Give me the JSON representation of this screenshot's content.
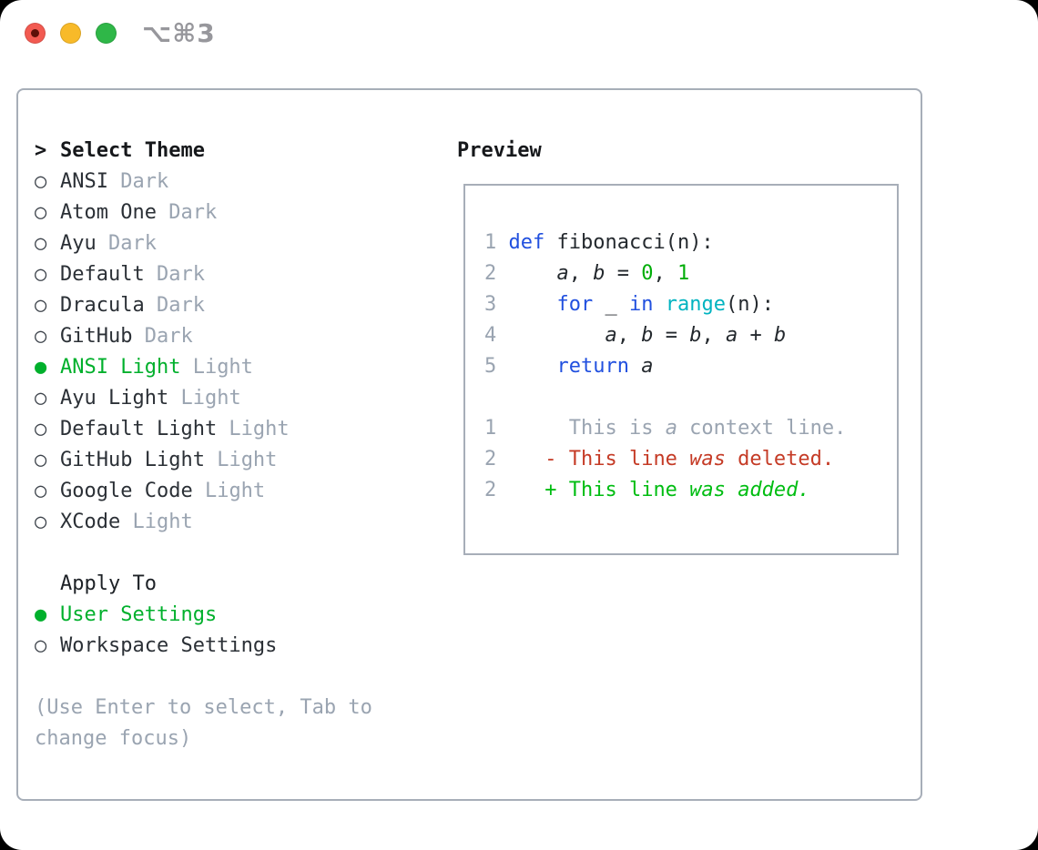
{
  "window": {
    "shortcut_hint": "⌥⌘3",
    "traffic_lights": [
      {
        "icon": "close-icon"
      },
      {
        "icon": "minimize-icon"
      },
      {
        "icon": "zoom-icon"
      }
    ]
  },
  "colors": {
    "tl-red": "#f25a51",
    "tl-red-dot": "#5c1008",
    "tl-yellow": "#f8ba29",
    "tl-green": "#2fb748",
    "green-sel": "#00b02c",
    "kw": "#2150df",
    "lit": "#00ad08",
    "fn": "#00b3c0",
    "del": "#c53b26",
    "add": "#00bd12"
  },
  "theme_select": {
    "prompt_prefix": ">",
    "title": "Select Theme",
    "bullet_unselected": "○",
    "bullet_selected": "●",
    "items": [
      {
        "name": "ANSI",
        "tag": "Dark",
        "selected": false
      },
      {
        "name": "Atom One",
        "tag": "Dark",
        "selected": false
      },
      {
        "name": "Ayu",
        "tag": "Dark",
        "selected": false
      },
      {
        "name": "Default",
        "tag": "Dark",
        "selected": false
      },
      {
        "name": "Dracula",
        "tag": "Dark",
        "selected": false
      },
      {
        "name": "GitHub",
        "tag": "Dark",
        "selected": false
      },
      {
        "name": "ANSI Light",
        "tag": "Light",
        "selected": true
      },
      {
        "name": "Ayu Light",
        "tag": "Light",
        "selected": false
      },
      {
        "name": "Default Light",
        "tag": "Light",
        "selected": false
      },
      {
        "name": "GitHub Light",
        "tag": "Light",
        "selected": false
      },
      {
        "name": "Google Code",
        "tag": "Light",
        "selected": false
      },
      {
        "name": "XCode",
        "tag": "Light",
        "selected": false
      }
    ]
  },
  "apply_to": {
    "title": "Apply To",
    "options": [
      {
        "label": "User Settings",
        "selected": true
      },
      {
        "label": "Workspace Settings",
        "selected": false
      }
    ]
  },
  "help_text": {
    "line1": "(Use Enter to select, Tab to",
    "line2": "change focus)"
  },
  "preview": {
    "title": "Preview",
    "code_lines": [
      [
        [
          "ln",
          "1 "
        ],
        [
          "kw",
          "def"
        ],
        [
          "pl",
          " fibonacci(n):"
        ]
      ],
      [
        [
          "ln",
          "2 "
        ],
        [
          "pl",
          "    "
        ],
        [
          "it",
          "a"
        ],
        [
          "pl",
          ", "
        ],
        [
          "it",
          "b"
        ],
        [
          "pl",
          " = "
        ],
        [
          "lit",
          "0"
        ],
        [
          "pl",
          ", "
        ],
        [
          "lit",
          "1"
        ]
      ],
      [
        [
          "ln",
          "3 "
        ],
        [
          "pl",
          "    "
        ],
        [
          "kw",
          "for"
        ],
        [
          "pl",
          " _ "
        ],
        [
          "kw",
          "in"
        ],
        [
          "pl",
          " "
        ],
        [
          "fn",
          "range"
        ],
        [
          "pl",
          "(n):"
        ]
      ],
      [
        [
          "ln",
          "4 "
        ],
        [
          "pl",
          "        "
        ],
        [
          "it",
          "a"
        ],
        [
          "pl",
          ", "
        ],
        [
          "it",
          "b"
        ],
        [
          "pl",
          " = "
        ],
        [
          "it",
          "b"
        ],
        [
          "pl",
          ", "
        ],
        [
          "it",
          "a"
        ],
        [
          "pl",
          " + "
        ],
        [
          "it",
          "b"
        ]
      ],
      [
        [
          "ln",
          "5 "
        ],
        [
          "pl",
          "    "
        ],
        [
          "kw",
          "return"
        ],
        [
          "pl",
          " "
        ],
        [
          "it",
          "a"
        ]
      ],
      [],
      [
        [
          "ln",
          "1 "
        ],
        [
          "ctx",
          "     This is "
        ],
        [
          "ctx-it",
          "a"
        ],
        [
          "ctx",
          " context line."
        ]
      ],
      [
        [
          "ln",
          "2 "
        ],
        [
          "del",
          "   - This line "
        ],
        [
          "del-it",
          "was"
        ],
        [
          "del",
          " deleted."
        ]
      ],
      [
        [
          "ln",
          "2 "
        ],
        [
          "add",
          "   + This line "
        ],
        [
          "add-it",
          "was"
        ],
        [
          "add",
          " "
        ],
        [
          "add-it",
          "added."
        ]
      ]
    ]
  }
}
